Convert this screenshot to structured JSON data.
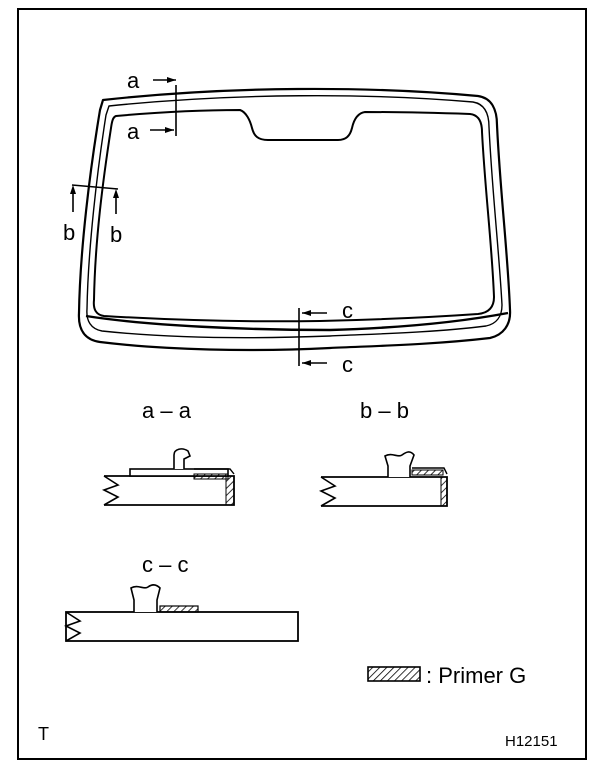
{
  "figure": {
    "callouts": {
      "a_top": "a",
      "a_bottom": "a",
      "b_left": "b",
      "b_right": "b",
      "c_top": "c",
      "c_bottom": "c"
    },
    "sections": {
      "aa": {
        "title": "a – a"
      },
      "bb": {
        "title": "b – b"
      },
      "cc": {
        "title": "c – c"
      }
    },
    "legend": {
      "text": ": Primer G"
    },
    "footer": {
      "left_mark": "T",
      "code": "H12151"
    }
  }
}
